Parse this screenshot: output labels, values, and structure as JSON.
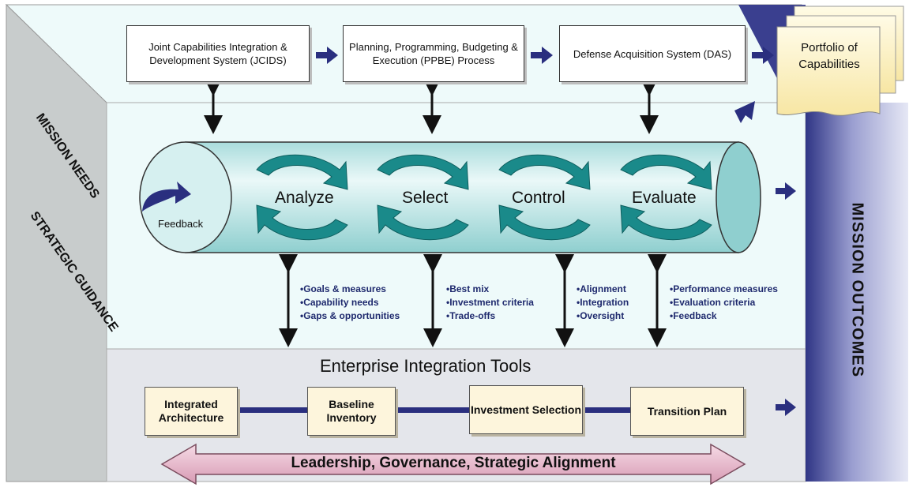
{
  "top_processes": [
    {
      "label": "Joint Capabilities Integration & Development System (JCIDS)"
    },
    {
      "label": "Planning, Programming, Budgeting & Execution (PPBE) Process"
    },
    {
      "label": "Defense Acquisition System (DAS)"
    }
  ],
  "portfolio_label": "Portfolio of Capabilities",
  "side_labels": {
    "mission_needs": "MISSION NEEDS",
    "strategic_guidance": "STRATEGIC GUIDANCE"
  },
  "mission_outcomes": "MISSION OUTCOMES",
  "feedback_label": "Feedback",
  "phases": [
    {
      "label": "Analyze",
      "bullets": [
        "Goals & measures",
        "Capability needs",
        "Gaps & opportunities"
      ]
    },
    {
      "label": "Select",
      "bullets": [
        "Best mix",
        "Investment criteria",
        "Trade-offs"
      ]
    },
    {
      "label": "Control",
      "bullets": [
        "Alignment",
        "Integration",
        "Oversight"
      ]
    },
    {
      "label": "Evaluate",
      "bullets": [
        "Performance measures",
        "Evaluation criteria",
        "Feedback"
      ]
    }
  ],
  "tools_title": "Enterprise Integration Tools",
  "tools": [
    {
      "label": "Integrated Architecture"
    },
    {
      "label": "Baseline Inventory"
    },
    {
      "label": "Investment Selection"
    },
    {
      "label": "Transition Plan"
    }
  ],
  "banner": "Leadership, Governance, Strategic Alignment",
  "colors": {
    "teal": "#1a8a8a",
    "navy": "#2a2f7f",
    "pink": "#e9bfd0",
    "cream": "#fdf5dc"
  }
}
